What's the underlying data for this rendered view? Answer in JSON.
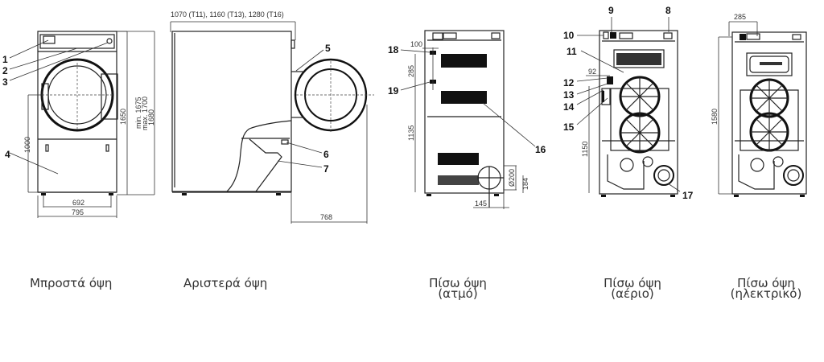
{
  "views": {
    "front": {
      "caption": "Μπροστά όψη",
      "callouts": [
        "1",
        "2",
        "3",
        "4"
      ],
      "dims": {
        "height_1650": "1650",
        "height_range_min": "min. 1675",
        "height_range_max": "max. 1700",
        "height_1680": "1680",
        "height_1000": "1000",
        "width_692": "692",
        "width_795": "795"
      }
    },
    "left": {
      "caption": "Αριστερά όψη",
      "callouts": [
        "5",
        "6",
        "7"
      ],
      "dims": {
        "depth_top": "1070 (T11), 1160 (T13), 1280 (T16)",
        "depth_768": "768"
      }
    },
    "rear_steam": {
      "caption_line1": "Πίσω όψη",
      "caption_line2": "(ατμό)",
      "callouts": [
        "18",
        "19",
        "16"
      ],
      "dims": {
        "d100": "100",
        "d285": "285",
        "d1135": "1135",
        "d200": "Ø200",
        "d184": "184",
        "d145": "145"
      }
    },
    "rear_gas": {
      "caption_line1": "Πίσω όψη",
      "caption_line2": "(αέριο)",
      "callouts": [
        "9",
        "8",
        "10",
        "11",
        "12",
        "13",
        "14",
        "15",
        "17"
      ],
      "dims": {
        "d92": "92",
        "d1150": "1150"
      }
    },
    "rear_electric": {
      "caption_line1": "Πίσω όψη",
      "caption_line2": "(ηλεκτρικό)",
      "dims": {
        "d285": "285",
        "d1580": "1580"
      }
    }
  }
}
